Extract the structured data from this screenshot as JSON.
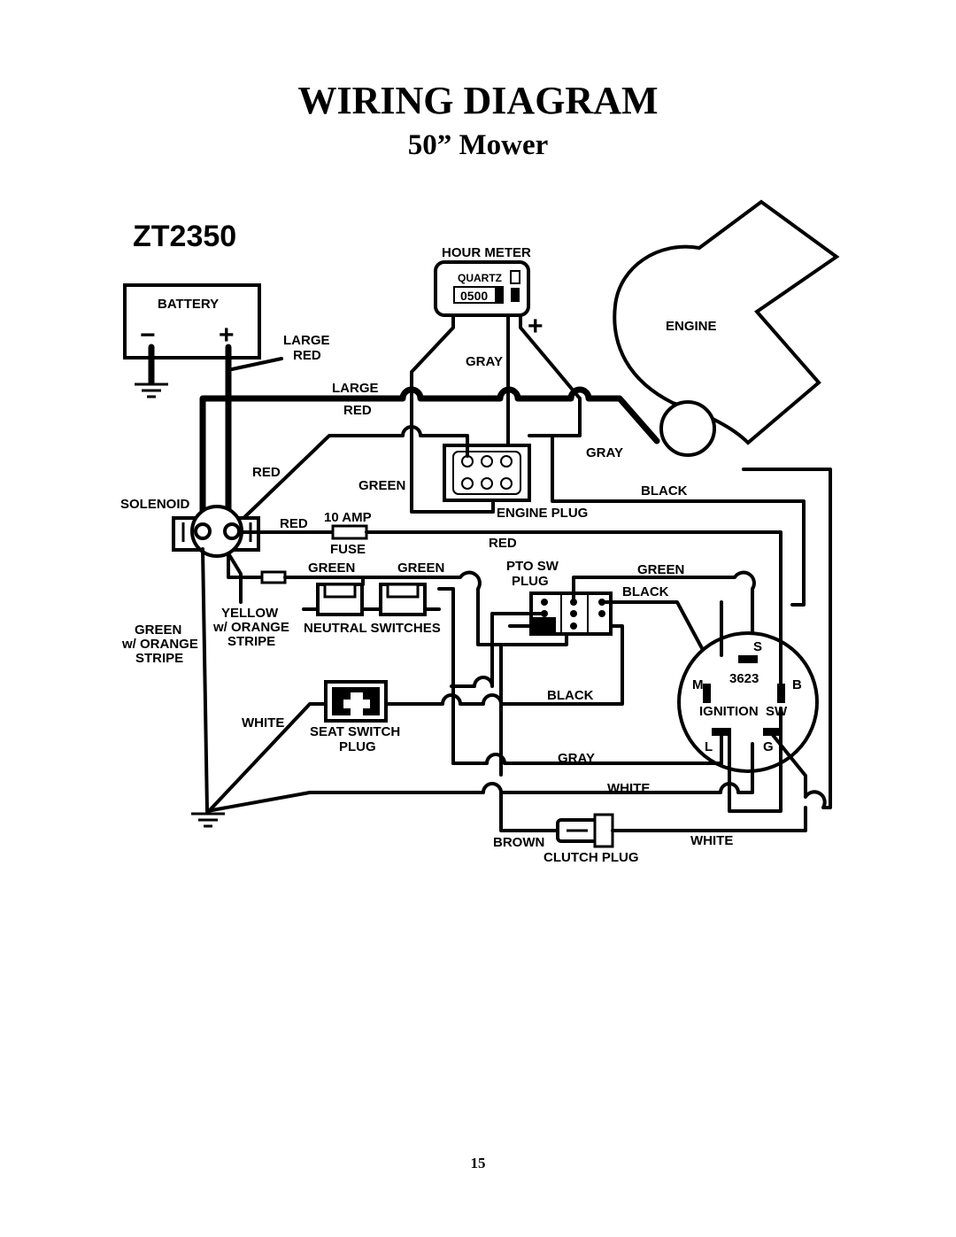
{
  "header": {
    "title": "WIRING DIAGRAM",
    "subtitle": "50” Mower"
  },
  "diagram": {
    "model": "ZT2350",
    "components": {
      "battery": "BATTERY",
      "battery_neg": "−",
      "battery_pos": "+",
      "hour_meter": "HOUR METER",
      "quartz": "QUARTZ",
      "meter_reading": "0500",
      "meter_plus": "+",
      "engine": "ENGINE",
      "solenoid": "SOLENOID",
      "fuse_rating": "10 AMP",
      "fuse": "FUSE",
      "engine_plug": "ENGINE PLUG",
      "neutral_switches": "NEUTRAL SWITCHES",
      "pto_switch_plug_1": "PTO SW",
      "pto_switch_plug_2": "PLUG",
      "seat_switch_plug_1": "SEAT SWITCH",
      "seat_switch_plug_2": "PLUG",
      "ignition_number": "3623",
      "ignition_label": "IGNITION  SW",
      "ign_s": "S",
      "ign_m": "M",
      "ign_b": "B",
      "ign_l": "L",
      "ign_g": "G",
      "clutch_plug": "CLUTCH PLUG"
    },
    "wires": {
      "large_red_1a": "LARGE",
      "large_red_1b": "RED",
      "large_red_2a": "LARGE",
      "large_red_2b": "RED",
      "gray_meter": "GRAY",
      "gray_engine": "GRAY",
      "red_solenoid": "RED",
      "green_engine_plug": "GREEN",
      "black_engine": "BLACK",
      "red_fuse": "RED",
      "red_fuse_out": "RED",
      "green_1": "GREEN",
      "green_2": "GREEN",
      "green_pto": "GREEN",
      "black_pto": "BLACK",
      "yellow_1": "YELLOW",
      "yellow_2": "w/ ORANGE",
      "yellow_3": "STRIPE",
      "green_orange_1": "GREEN",
      "green_orange_2": "w/ ORANGE",
      "green_orange_3": "STRIPE",
      "black_seat": "BLACK",
      "white_seat": "WHITE",
      "gray_bottom": "GRAY",
      "white_bottom": "WHITE",
      "brown": "BROWN",
      "white_clutch": "WHITE"
    }
  },
  "footer": {
    "page_number": "15"
  }
}
